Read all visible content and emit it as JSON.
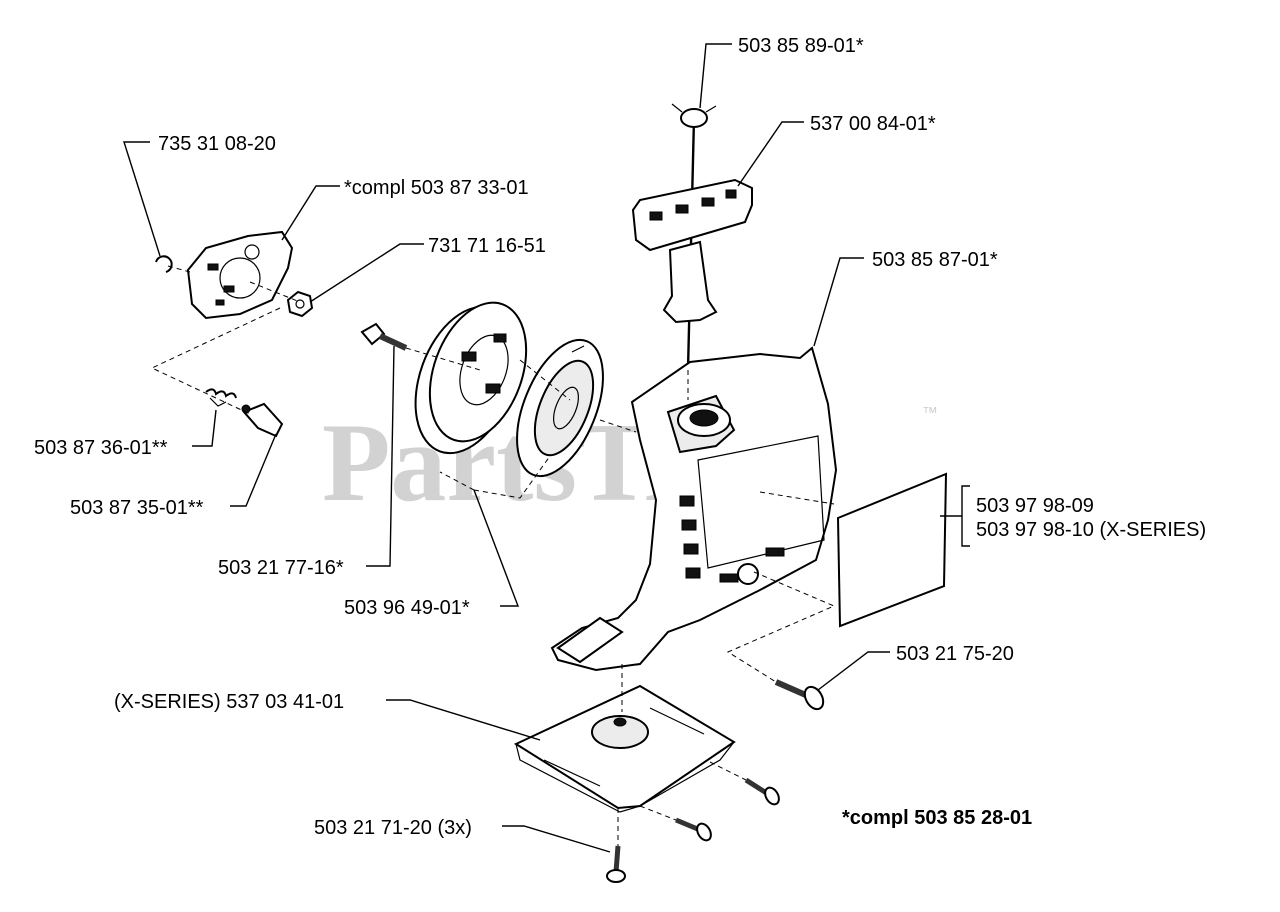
{
  "watermark": {
    "text": "PartsTree",
    "trademark": "™"
  },
  "labels": {
    "p1": "503 85 89-01*",
    "p2": "537 00 84-01*",
    "p3": "735 31 08-20",
    "p4": "*compl 503 87 33-01",
    "p5": "731 71 16-51",
    "p6": "503 85 87-01*",
    "p7": "503 87 36-01**",
    "p8": "503 87 35-01**",
    "p9": "503 97 98-09",
    "p10": "503 97 98-10 (X-SERIES)",
    "p11": "503 21 77-16*",
    "p12": "503 96 49-01*",
    "p13": "503 21 75-20",
    "p14": "(X-SERIES) 537 03 41-01",
    "p15": "503 21 71-20 (3x)",
    "note": "*compl 503 85 28-01"
  }
}
